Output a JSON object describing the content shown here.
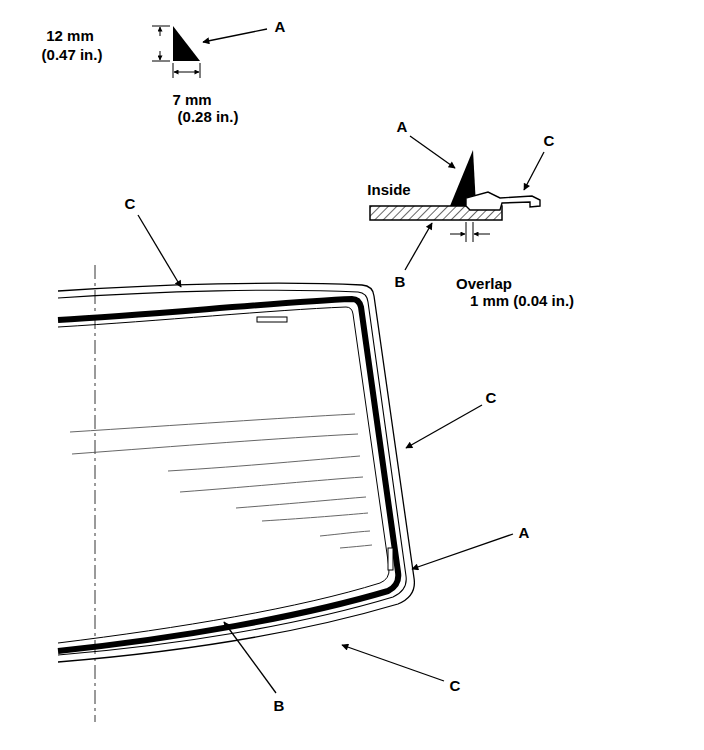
{
  "diagram": {
    "labels": [
      "12 mm",
      "(0.47 in.)",
      "7 mm",
      "(0.28 in.)",
      "A",
      "A",
      "C",
      "Inside",
      "B",
      "Overlap",
      "1 mm (0.04 in.)",
      "C",
      "C",
      "A",
      "C",
      "B"
    ]
  }
}
